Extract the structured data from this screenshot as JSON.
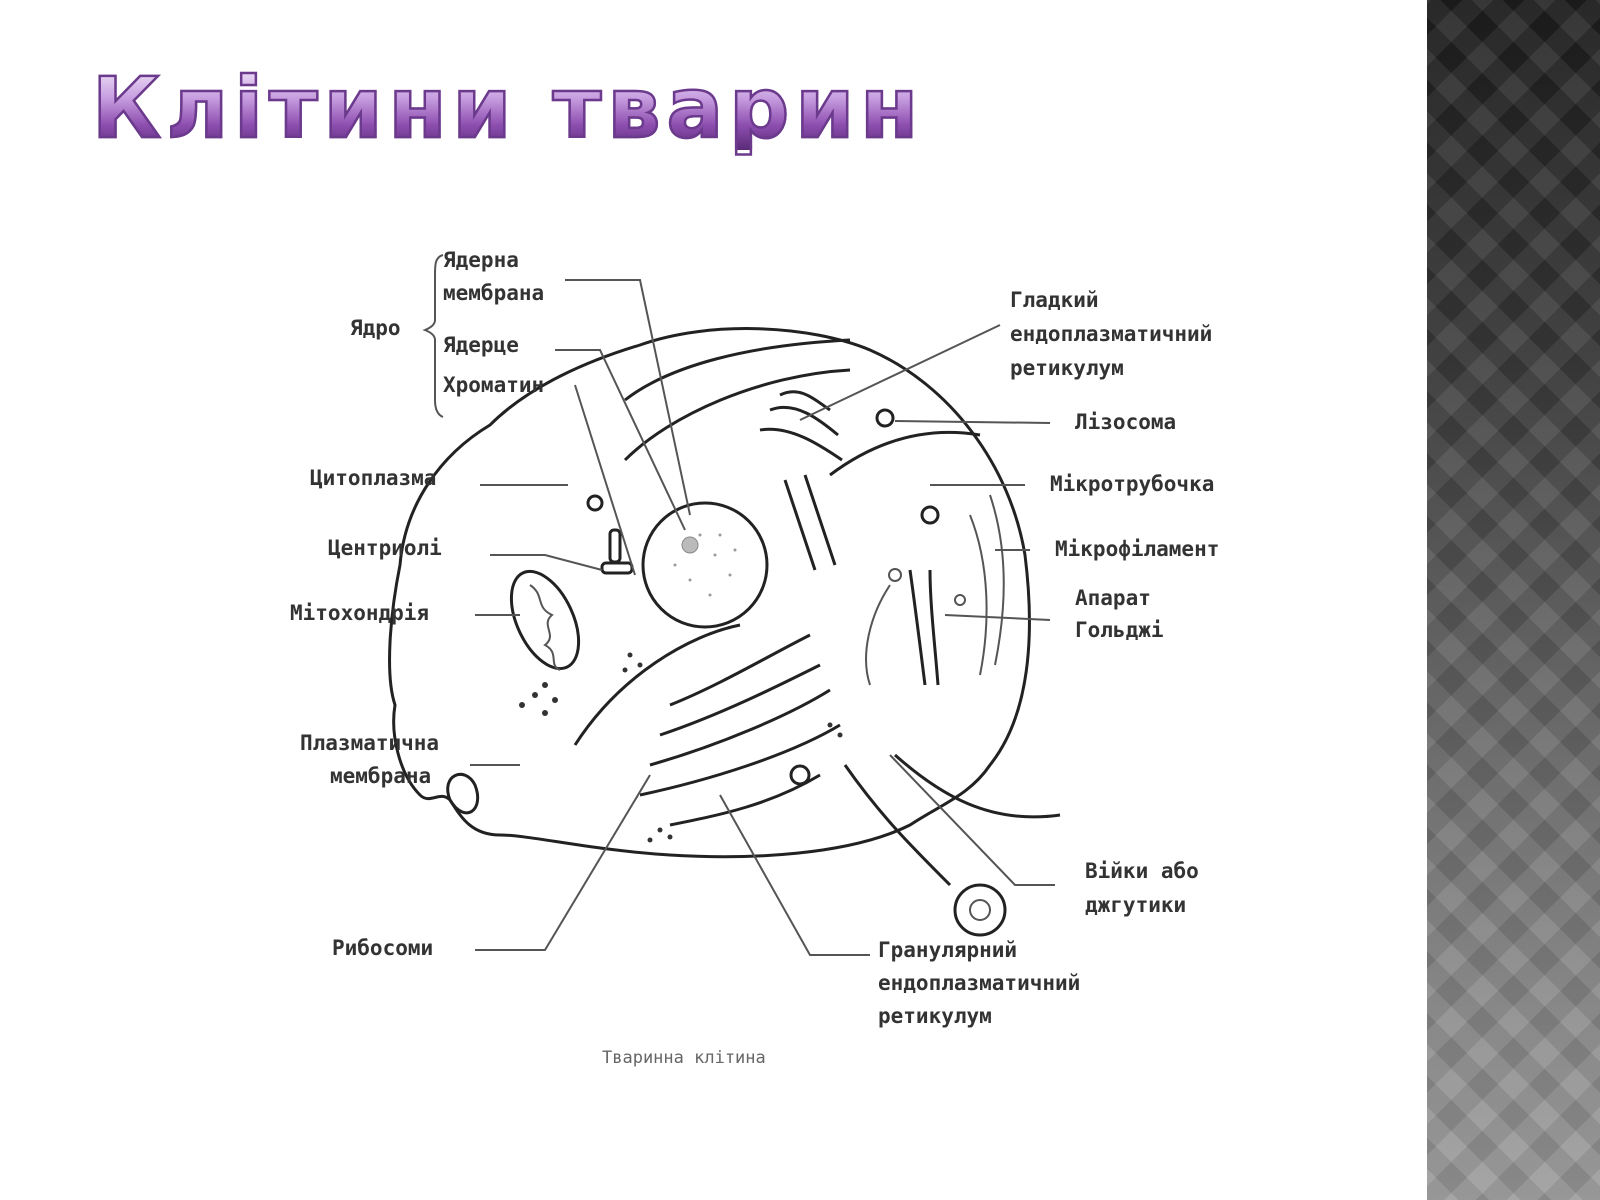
{
  "slide": {
    "title": "Клітини тварин"
  },
  "diagram": {
    "caption": "Тваринна клітина",
    "labels": {
      "yadro": "Ядро",
      "nuclear_membrane_1": "Ядерна",
      "nuclear_membrane_2": "мембрана",
      "nucleolus": "Ядерце",
      "chromatin": "Хроматин",
      "cytoplasm": "Цитоплазма",
      "centrioles": "Центриолі",
      "mitochondria": "Мітохондрія",
      "plasma_membrane_1": "Плазматична",
      "plasma_membrane_2": "мембрана",
      "ribosomes": "Рибосоми",
      "smooth_er_1": "Гладкий",
      "smooth_er_2": "ендоплазматичний",
      "smooth_er_3": "ретикулум",
      "lysosome": "Лізосома",
      "microtubule": "Мікротрубочка",
      "microfilament": "Мікрофіламент",
      "golgi_1": "Апарат",
      "golgi_2": "Гольджі",
      "cilia_1": "Війки або",
      "cilia_2": "джгутики",
      "rough_er_1": "Гранулярний",
      "rough_er_2": "ендоплазматичний",
      "rough_er_3": "ретикулум"
    }
  }
}
